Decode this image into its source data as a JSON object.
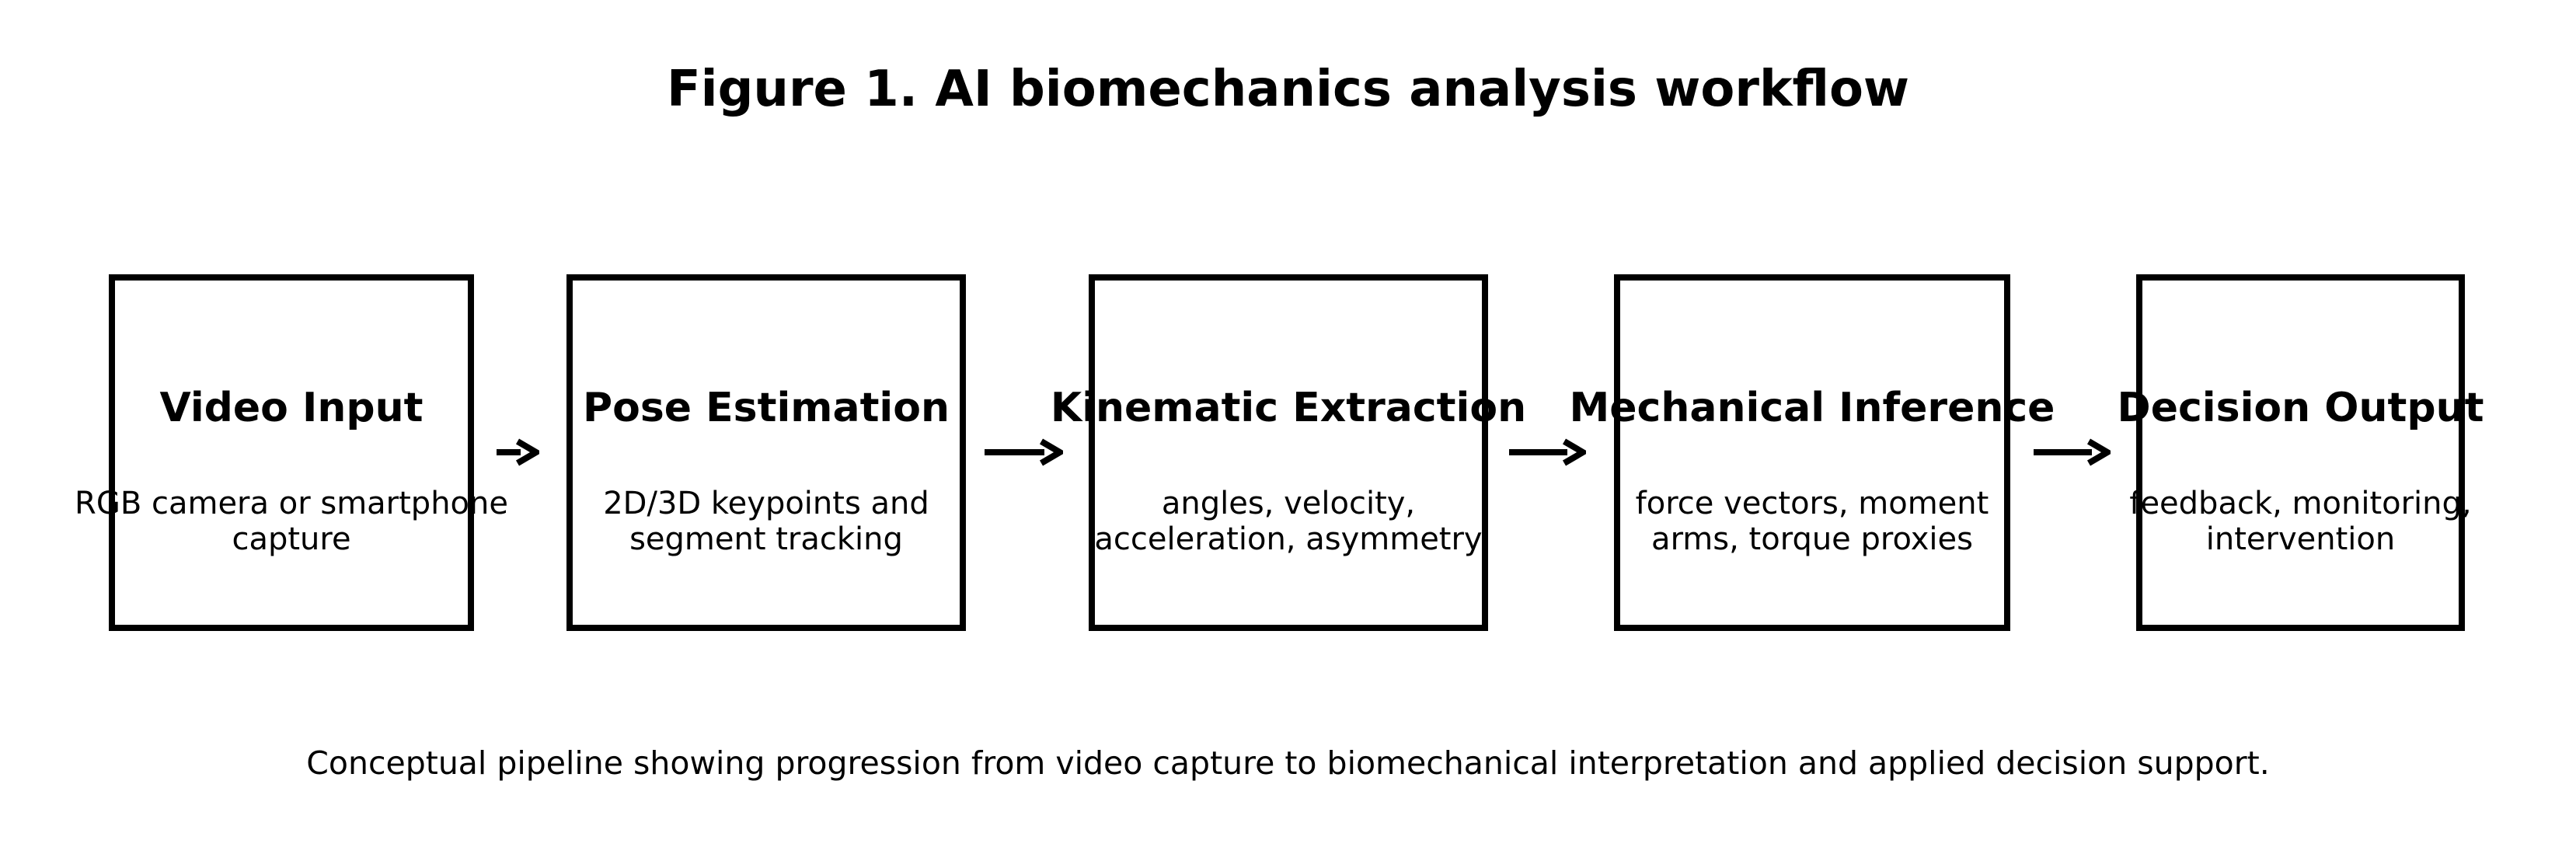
{
  "figure": {
    "title": "Figure 1. AI biomechanics analysis workflow",
    "caption": "Conceptual pipeline showing progression from video capture to biomechanical interpretation and applied decision support."
  },
  "stages": [
    {
      "title": "Video Input",
      "description": "RGB camera or smartphone\ncapture"
    },
    {
      "title": "Pose Estimation",
      "description": "2D/3D keypoints and\nsegment tracking"
    },
    {
      "title": "Kinematic Extraction",
      "description": "angles, velocity,\nacceleration, asymmetry"
    },
    {
      "title": "Mechanical Inference",
      "description": "force vectors, moment\narms, torque proxies"
    },
    {
      "title": "Decision Output",
      "description": "feedback, monitoring,\nintervention"
    }
  ],
  "connectors": {
    "icon": "arrow-right",
    "count": 4
  },
  "colors": {
    "foreground": "#000000",
    "background": "#ffffff"
  }
}
